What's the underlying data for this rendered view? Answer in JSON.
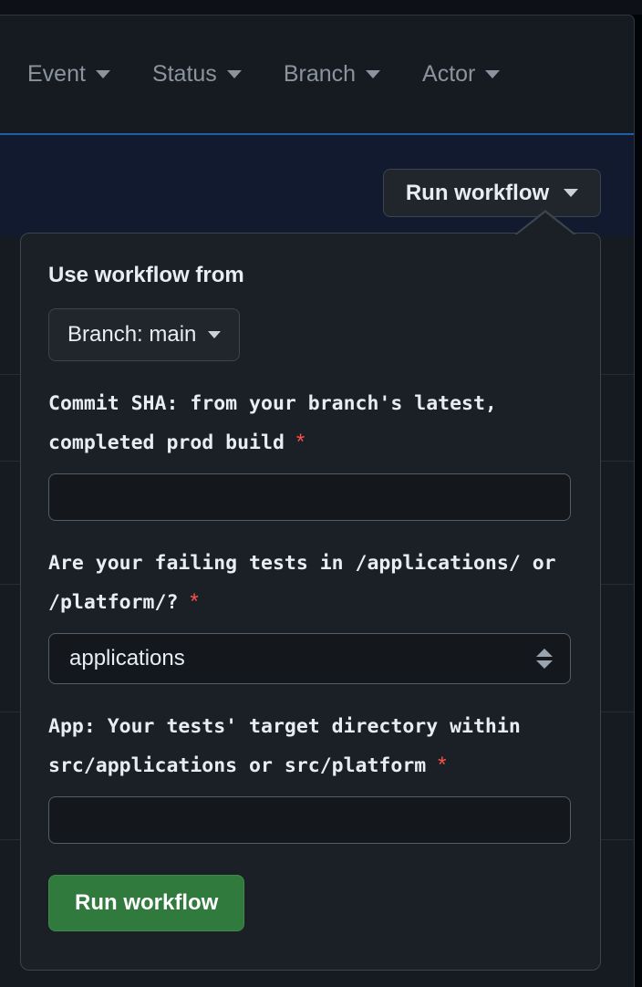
{
  "filters": {
    "items": [
      {
        "label": "Event",
        "name": "filter-event"
      },
      {
        "label": "Status",
        "name": "filter-status"
      },
      {
        "label": "Branch",
        "name": "filter-branch"
      },
      {
        "label": "Actor",
        "name": "filter-actor"
      }
    ]
  },
  "run_button": {
    "label": "Run workflow"
  },
  "popover": {
    "title": "Use workflow from",
    "branch_selector": {
      "label": "Branch: main"
    },
    "fields": [
      {
        "label": "Commit SHA: from your branch's latest, completed prod build",
        "required_marker": "*",
        "type": "text",
        "value": "",
        "placeholder": ""
      },
      {
        "label": "Are your failing tests in /applications/ or /platform/?",
        "required_marker": "*",
        "type": "select",
        "value": "applications"
      },
      {
        "label": "App: Your tests' target directory within src/applications or src/platform",
        "required_marker": "*",
        "type": "text",
        "value": "",
        "placeholder": ""
      }
    ],
    "submit": {
      "label": "Run workflow"
    }
  },
  "colors": {
    "accent_blue": "#1f5fa8",
    "success_green": "#2f7a3c",
    "required_red": "#f85149",
    "panel_bg": "#161b22",
    "popover_bg": "#1b2026"
  }
}
